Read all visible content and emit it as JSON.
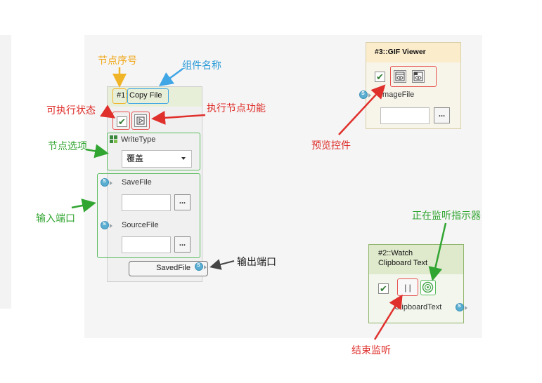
{
  "annotations": {
    "node_index": "节点序号",
    "component_name": "组件名称",
    "executable_state": "可执行状态",
    "execute_function": "执行节点功能",
    "node_options": "节点选项",
    "input_ports": "输入端口",
    "output_port": "输出端口",
    "preview_controls": "预览控件",
    "listening_indicator": "正在监听指示器",
    "stop_listening": "结束监听"
  },
  "copy_file_node": {
    "index": "#1:",
    "title": "Copy File",
    "option_label": "WriteType",
    "option_value": "覆盖",
    "inputs": [
      "SaveFile",
      "SourceFile"
    ],
    "output": "SavedFile",
    "browse_label": "..."
  },
  "gif_viewer_node": {
    "title": "#3::GIF Viewer",
    "input": "ImageFile",
    "browse_label": "..."
  },
  "watch_clipboard_node": {
    "title_line1": "#2::Watch",
    "title_line2": "Clipboard Text",
    "output": "ClipboardText",
    "stop_glyph": "| |"
  },
  "colors": {
    "red": "#e6524f",
    "green": "#5bbd5f",
    "yellow": "#f0b429",
    "blue": "#40a6e5",
    "header": "#e8efd9"
  },
  "icons": {
    "checkbox": "checkmark-icon",
    "execute": "play-icon",
    "options": "grid-icon",
    "port": "port-s-icon",
    "preview": "eye-icon",
    "listening": "target-icon"
  }
}
